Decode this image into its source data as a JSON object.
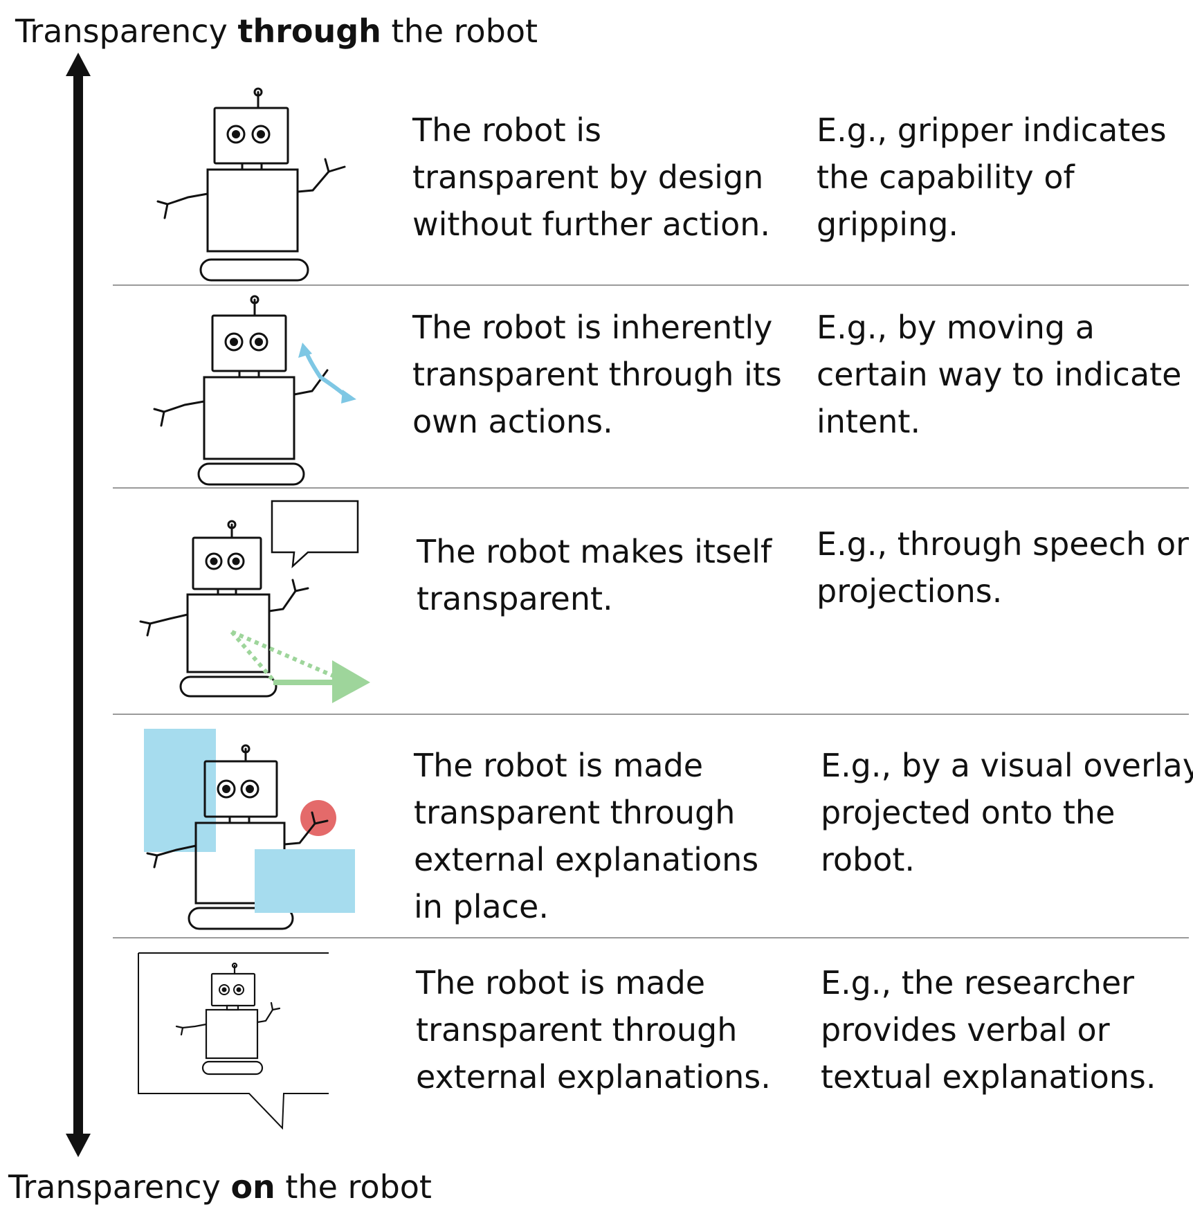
{
  "axis": {
    "top": {
      "prefix": "Transparency ",
      "bold": "through",
      "suffix": " the robot"
    },
    "bottom": {
      "prefix": "Transparency ",
      "bold": "on",
      "suffix": " the robot"
    }
  },
  "colors": {
    "line": "#111111",
    "divider": "#9a9a9a",
    "motion_arrow": "#7ec7e4",
    "projection_arrow": "#9ed59b",
    "overlay": "#a6dcee",
    "highlight": "#e46a6a"
  },
  "rows": [
    {
      "description": [
        "The robot is",
        "transparent by design",
        "without further action."
      ],
      "example": [
        "E.g., gripper indicates",
        "the capability of",
        "gripping."
      ]
    },
    {
      "description": [
        "The robot is inherently",
        "transparent through its",
        "own actions."
      ],
      "example": [
        "E.g., by moving a",
        "certain way to indicate",
        "intent."
      ]
    },
    {
      "description": [
        "The robot makes itself",
        "transparent."
      ],
      "example": [
        "E.g., through speech or",
        "projections."
      ]
    },
    {
      "description": [
        "The robot is made",
        "transparent through",
        "external explanations",
        "in place."
      ],
      "example": [
        "E.g., by a visual overlay",
        "projected onto the",
        "robot."
      ]
    },
    {
      "description": [
        "The robot is made",
        "transparent through",
        "external explanations."
      ],
      "example": [
        "E.g., the researcher",
        "provides verbal or",
        "textual explanations."
      ]
    }
  ]
}
